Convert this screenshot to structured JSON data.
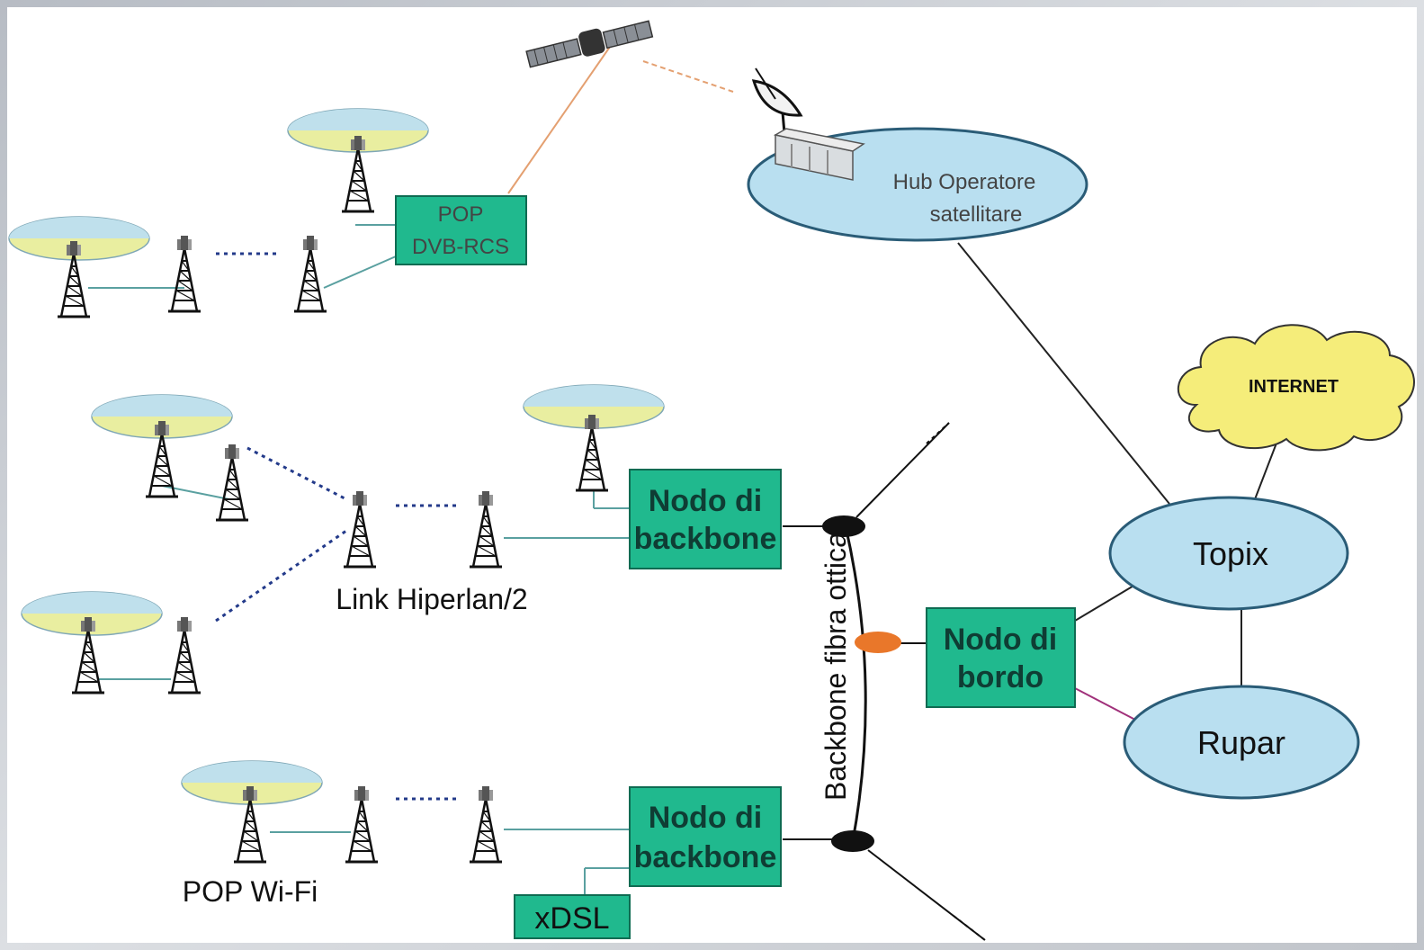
{
  "diagram": {
    "nodes": {
      "pop_dvb_rcs": {
        "line1": "POP",
        "line2": "DVB-RCS"
      },
      "hub": {
        "line1": "Hub Operatore",
        "line2": "satellitare"
      },
      "internet": {
        "label": "INTERNET"
      },
      "topix": {
        "label": "Topix"
      },
      "rupar": {
        "label": "Rupar"
      },
      "nodo_backbone_1": {
        "line1": "Nodo di",
        "line2": "backbone"
      },
      "nodo_backbone_2": {
        "line1": "Nodo di",
        "line2": "backbone"
      },
      "nodo_bordo": {
        "line1": "Nodo di",
        "line2": "bordo"
      },
      "xdsl": {
        "label": "xDSL"
      }
    },
    "labels": {
      "hiperlan": "Link Hiperlan/2",
      "pop_wifi": "POP Wi-Fi",
      "backbone_fibra": "Backbone fibra ottica"
    },
    "colors": {
      "box_fill": "#20b98e",
      "ellipse_fill": "#b9dff0",
      "coverage_top": "#bfe0ec",
      "coverage_bottom": "#e9eea0",
      "cloud_fill": "#f5ed7a",
      "junction_black": "#111111",
      "junction_orange": "#e9772a"
    }
  }
}
